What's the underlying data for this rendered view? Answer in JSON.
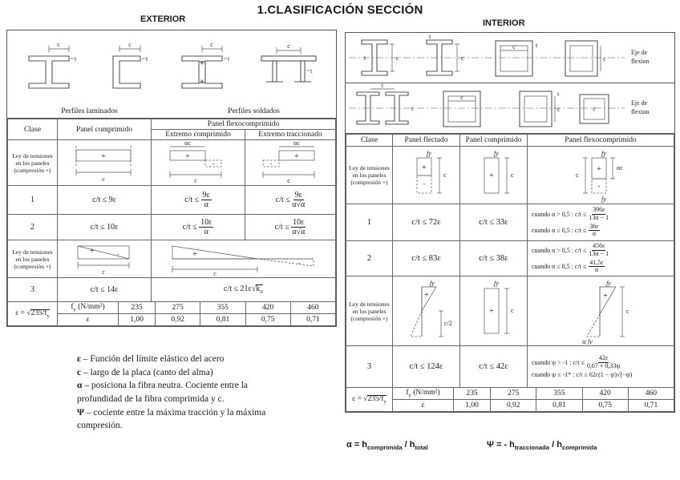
{
  "title": "1.CLASIFICACIÓN SECCIÓN",
  "exterior_heading": "EXTERIOR",
  "interior_heading": "INTERIOR",
  "labels": {
    "c": "c",
    "t": "t",
    "plus": "+",
    "minus": "-",
    "alpha_c": "αc",
    "c_half": "c/2",
    "fy": "fy",
    "psi_fy": "ψ fy",
    "eje_line1": "Eje de",
    "eje_line2": "flexion",
    "perfiles_laminados": "Perfiles laminados",
    "perfiles_soldados": "Perfiles soldados"
  },
  "exterior": {
    "h_clase": "Clase",
    "h_panel_comprimido": "Panel comprimido",
    "h_panel_flexo": "Panel flexocomprimido",
    "h_extremo_comp": "Extremo comprimido",
    "h_extremo_trac": "Extremo traccionado",
    "ley_label": "Ley de tensiones en los paneles (compresión +)",
    "c1": {
      "n": "1",
      "pc": "c/t ≤ 9ε",
      "ec_pre": "c/t ≤",
      "ec_num": "9ε",
      "ec_den": "α",
      "et_pre": "c/t ≤",
      "et_num": "9ε",
      "et_den": "α√α"
    },
    "c2": {
      "n": "2",
      "pc": "c/t ≤ 10ε",
      "ec_pre": "c/t ≤",
      "ec_num": "10ε",
      "ec_den": "α",
      "et_pre": "c/t ≤",
      "et_num": "10ε",
      "et_den": "α√α"
    },
    "c3": {
      "n": "3",
      "pc": "c/t ≤ 14ε",
      "fx_pre": "c/t ≤ 21ε",
      "fx_sqrt": "√",
      "fx_rad": "k",
      "fx_sub": "σ"
    }
  },
  "interior": {
    "h_clase": "Clase",
    "h_panel_flectado": "Panel flectado",
    "h_panel_comprimido": "Panel comprimido",
    "h_panel_flexo": "Panel flexocomprimido",
    "ley_label": "Ley de tensiones en los paneles (compresión +)",
    "c1": {
      "n": "1",
      "pf": "c/t ≤ 72ε",
      "pc": "c/t ≤ 33ε",
      "k1_pre": "cuando  α > 0,5 :  c/t ≤",
      "k1_num": "396ε",
      "k1_den": "13α − 1",
      "k2_pre": "cuando  α ≤ 0,5 :  c/t ≤",
      "k2_num": "36ε",
      "k2_den": "α"
    },
    "c2": {
      "n": "2",
      "pf": "c/t ≤ 83ε",
      "pc": "c/t ≤ 38ε",
      "k1_pre": "cuando  α > 0,5 :  c/t ≤",
      "k1_num": "456ε",
      "k1_den": "13α − 1",
      "k2_pre": "cuando  α ≤ 0,5 :  c/t ≤",
      "k2_num": "41,5ε",
      "k2_den": "α"
    },
    "c3": {
      "n": "3",
      "pf": "c/t ≤ 124ε",
      "pc": "c/t ≤ 42ε",
      "k1_pre": "cuando ψ > -1 :   c/t ≤",
      "k1_num": "42ε",
      "k1_den": "0,67 + 0,33ψ",
      "k2": "cuando ψ ≤ -1* :   c/t ≤ 62ε(1 − ψ)√(−ψ)"
    }
  },
  "eps": {
    "lead": "ε = √",
    "rad": "235/f",
    "sub": "y",
    "fy_base": "f",
    "fy_sub": "y",
    "fy_unit": " (N/mm²)",
    "fy_values": [
      "235",
      "275",
      "355",
      "420",
      "460"
    ],
    "eps_label": "ε",
    "eps_values": [
      "1,00",
      "0,92",
      "0,81",
      "0,75",
      "0,71"
    ]
  },
  "legend": [
    {
      "sym": "ε",
      "text": "– Función del límite elástico del acero"
    },
    {
      "sym": "c",
      "text": "– largo de la placa (canto del alma)"
    },
    {
      "sym": "α",
      "text": "– posiciona la fibra neutra. Cociente entre la profundidad de la fibra comprimida y c."
    },
    {
      "sym": "Ψ",
      "text": "– cociente entre la máxima tracción y la máxima compresión."
    }
  ],
  "formulas": {
    "alpha_pre": "α = h",
    "alpha_sub1": "comprimida",
    "alpha_mid": " / h",
    "alpha_sub2": "total",
    "psi_pre": "Ψ = - h",
    "psi_sub1": "traccionada",
    "psi_mid": " / h",
    "psi_sub2": "comprimida"
  }
}
